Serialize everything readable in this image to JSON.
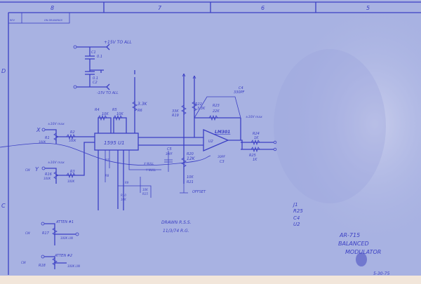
{
  "border": {
    "zones_top": [
      "8",
      "7",
      "6",
      "5"
    ],
    "zones_left": [
      "D",
      "C"
    ],
    "title_strip": [
      "REV",
      "ON DRAWINGS"
    ]
  },
  "power": {
    "pos_label": "+15V TO ALL",
    "neg_label": "-15V TO ALL",
    "c1": "C1",
    "c1_val": "0.1",
    "c2": "C2",
    "c2_val": "0.1"
  },
  "inputs": {
    "x_label": "X",
    "y_label": "Y",
    "x_range": "±10V max",
    "y_range": "±10V max",
    "r1": "R1",
    "r1_val": "100K",
    "r2": "R2",
    "r2_val": "100K",
    "r16": "R16",
    "r16_val": "100K",
    "r3": "R3",
    "r3_val": "100K",
    "cw": "CW"
  },
  "u1": {
    "name": "1595 U1",
    "r4": "R4",
    "r4_val": "10K",
    "r5": "R5",
    "r5_val": "10K",
    "r6": "R6",
    "r6_val": "3.3K",
    "r7": "R7",
    "r8": "R8",
    "r9": "R9",
    "r10": "R10",
    "r10_val": "10K",
    "r15": "R15",
    "r15_val": "10K",
    "xnull": "X NULL",
    "ynull": "Y NULL"
  },
  "u2": {
    "name": "LM301",
    "ref": "U2",
    "r19": "R19",
    "r19_val": "33K",
    "r22": "R22",
    "r22_val": "3.3K",
    "r23": "R23",
    "r23_val": "22K",
    "c4": "C4",
    "c4_val": "330PF",
    "c3": "C3",
    "c3_val": "30PF",
    "c5": "C5",
    "c5_val": "30PF",
    "r20": "R20",
    "r20_val": "12K",
    "r21": "R21",
    "r21_val": "10K",
    "offset": "OFFSET",
    "r24": "R24",
    "r24_val": "1K",
    "r25": "R25",
    "r25_val": "1K",
    "out_range": "±10V max"
  },
  "atten": {
    "r17": "R17",
    "r17_label": "ATTEN #1",
    "r17_val": "100K LIN",
    "r18": "R18",
    "r18_label": "ATTEN #2",
    "r18_val": "100K LIN",
    "cw1": "CW",
    "cw2": "CW"
  },
  "notes": {
    "drawn": "DRAWN R.S.S.",
    "date1": "11/3/74  R.G.",
    "parts": [
      "J1",
      "R25",
      "C4",
      "U2"
    ],
    "title1": "AR-715",
    "title2": "BALANCED",
    "title3": "MODULATOR",
    "date2": "5-30-75"
  },
  "colors": {
    "ink": "#3b3fc4",
    "paper": "#a8b2e2",
    "faded": "#c9cdea"
  }
}
